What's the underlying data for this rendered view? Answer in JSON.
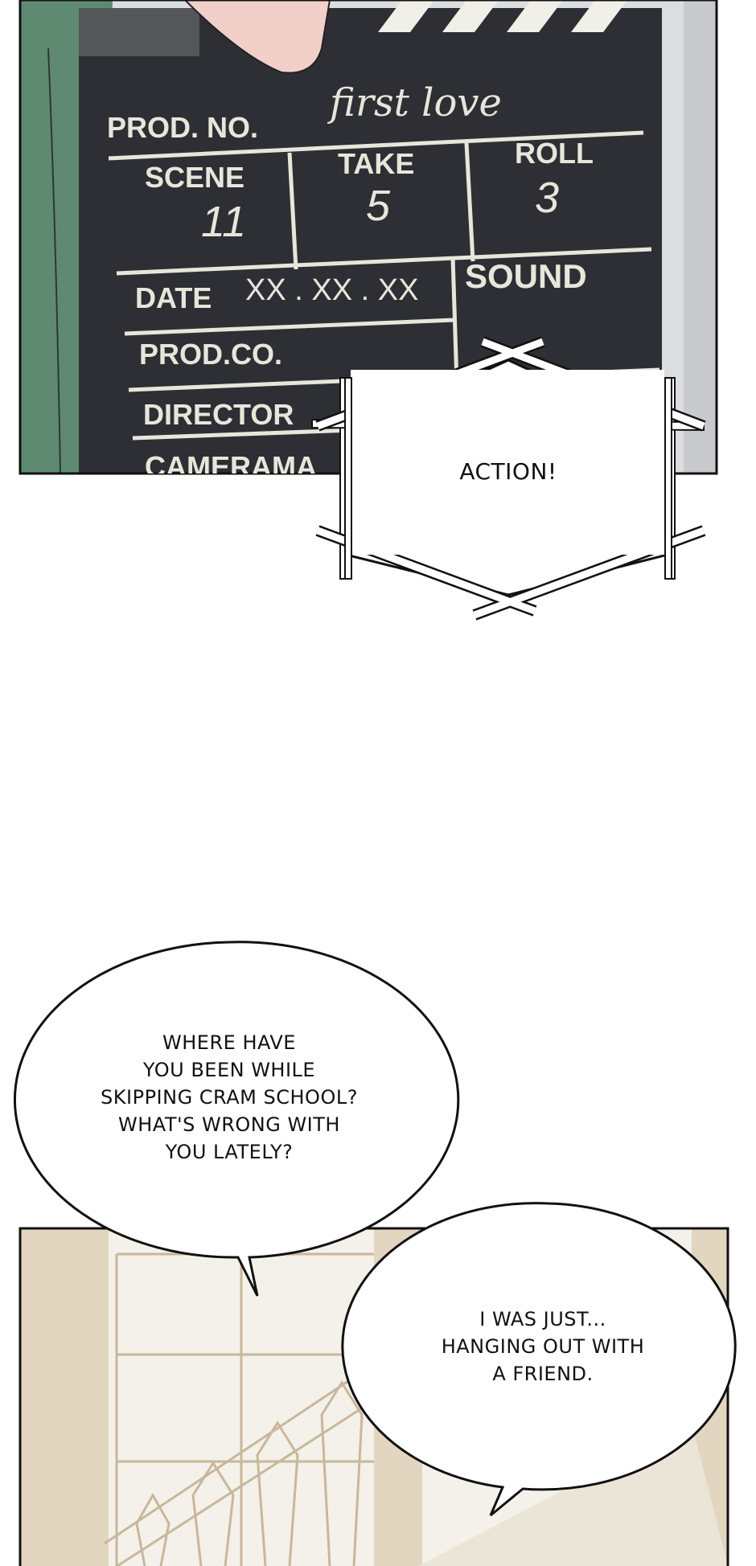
{
  "panel1": {
    "clapperboard": {
      "prod_no_label": "PROD. NO.",
      "prod_no_value": "first love",
      "scene_label": "SCENE",
      "scene_value": "11",
      "take_label": "TAKE",
      "take_value": "5",
      "roll_label": "ROLL",
      "roll_value": "3",
      "date_label": "DATE",
      "date_value": "XX . XX . XX",
      "sound_label": "SOUND",
      "prod_co_label": "PROD.CO.",
      "director_label": "DIRECTOR",
      "cameraman_label": "CAMERAMA"
    },
    "sfx_bubble": "ACTION!"
  },
  "bubbles": {
    "question": [
      "WHERE HAVE",
      "YOU BEEN WHILE",
      "SKIPPING CRAM SCHOOL?",
      "WHAT'S WRONG WITH",
      "YOU LATELY?"
    ],
    "answer": [
      "I WAS JUST...",
      "HANGING OUT WITH",
      "A FRIEND."
    ]
  },
  "colors": {
    "board": "#2e2f35",
    "jacket": "#5f8a72",
    "chalk": "#e8e6da",
    "stair": "#c9b79a"
  }
}
